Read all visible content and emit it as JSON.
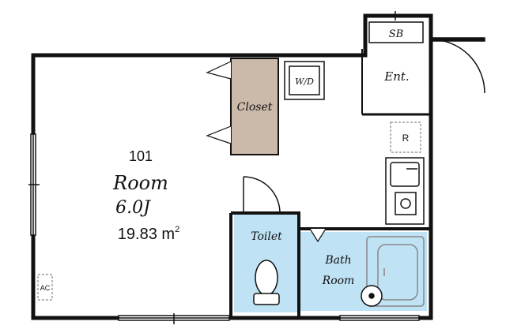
{
  "room": {
    "number": "101",
    "name": "Room",
    "size_jo": "6.0J",
    "area_value": "19.83",
    "area_unit": "m",
    "area_sup": "2"
  },
  "labels": {
    "closet": "Closet",
    "washer": "W/D",
    "entrance": "Ent.",
    "shoe_box": "SB",
    "fridge": "R",
    "toilet": "Toilet",
    "bath_line1": "Bath",
    "bath_line2": "Room",
    "ac": "AC"
  },
  "colors": {
    "wall": "#111111",
    "wet_area_fill": "#bfe2f5",
    "closet_fill": "#cbb9a9",
    "fixture_stroke": "#888888"
  }
}
